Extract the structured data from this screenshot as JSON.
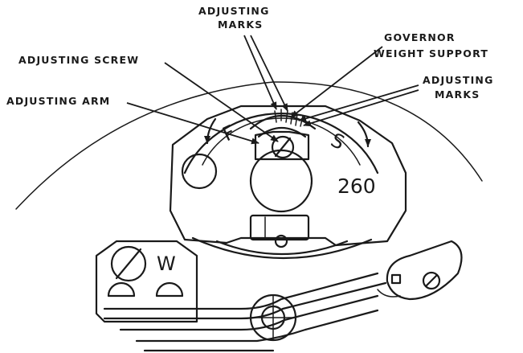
{
  "labels": {
    "adjusting_marks_top_line1": "ADJUSTING",
    "adjusting_marks_top_line2": "MARKS",
    "governor_line1": "GOVERNOR",
    "governor_line2": "WEIGHT SUPPORT",
    "adjusting_screw": "ADJUSTING SCREW",
    "adjusting_marks_right_line1": "ADJUSTING",
    "adjusting_marks_right_line2": "MARKS",
    "adjusting_arm": "ADJUSTING ARM"
  },
  "plate": {
    "f_mark": "F",
    "s_mark": "S",
    "speed_number": "260"
  },
  "lower_part": {
    "w_mark": "W"
  },
  "colors": {
    "ink": "#1a1a1a",
    "paper": "#ffffff"
  }
}
